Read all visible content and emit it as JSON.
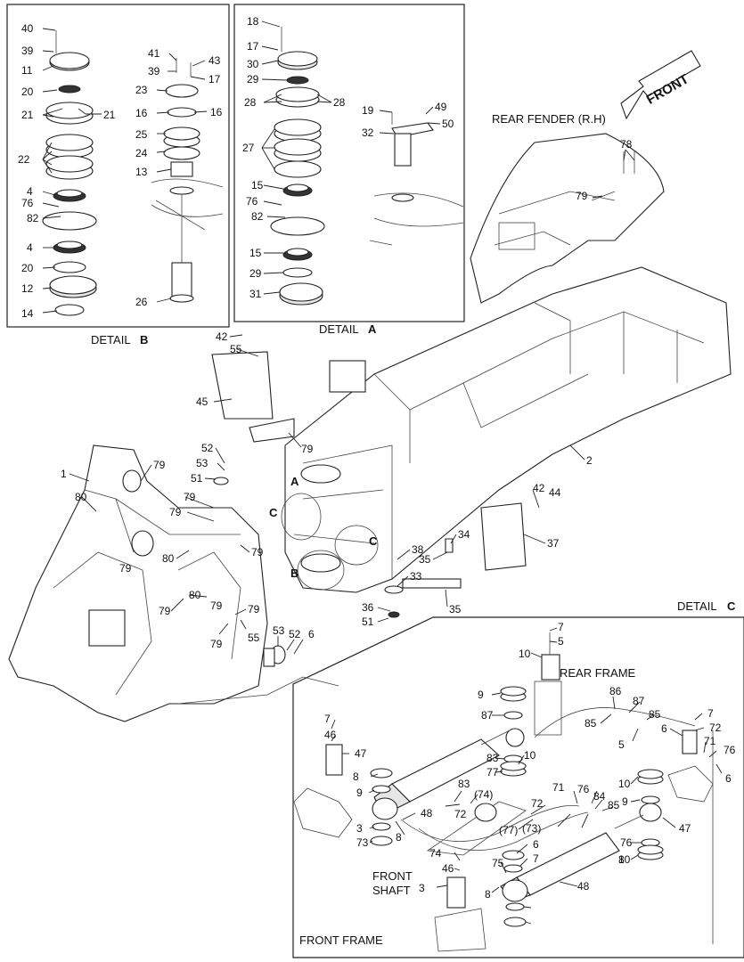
{
  "captions": {
    "detail_a": "DETAIL",
    "detail_a_letter": "A",
    "detail_b": "DETAIL",
    "detail_b_letter": "B",
    "detail_c": "DETAIL",
    "detail_c_letter": "C",
    "front_arrow": "FRONT",
    "rear_fender": "REAR FENDER (R.H)",
    "rear_frame": "REAR FRAME",
    "front_shaft_1": "FRONT",
    "front_shaft_2": "SHAFT",
    "front_frame": "FRONT FRAME"
  },
  "section_markers": [
    "A",
    "B",
    "C",
    "C"
  ],
  "labels": [
    "40",
    "39",
    "11",
    "20",
    "21",
    "21",
    "22",
    "4",
    "76",
    "82",
    "4",
    "20",
    "12",
    "14",
    "41",
    "43",
    "39",
    "17",
    "23",
    "16",
    "16",
    "25",
    "24",
    "13",
    "26",
    "18",
    "17",
    "30",
    "29",
    "28",
    "28",
    "27",
    "15",
    "76",
    "82",
    "15",
    "29",
    "31",
    "19",
    "49",
    "50",
    "32",
    "78",
    "79",
    "42",
    "55",
    "45",
    "79",
    "2",
    "1",
    "79",
    "80",
    "52",
    "53",
    "51",
    "79",
    "79",
    "79",
    "80",
    "79",
    "80",
    "79",
    "79",
    "79",
    "79",
    "55",
    "42",
    "44",
    "37",
    "34",
    "38",
    "35",
    "33",
    "35",
    "36",
    "51",
    "53",
    "52",
    "6",
    "7",
    "5",
    "10",
    "9",
    "87",
    "86",
    "87",
    "85",
    "85",
    "5",
    "6",
    "7",
    "72",
    "71",
    "76",
    "6",
    "7",
    "46",
    "47",
    "8",
    "9",
    "83",
    "10",
    "77",
    "72",
    "3",
    "73",
    "8",
    "48",
    "83",
    "(74)",
    "72",
    "71",
    "76",
    "84",
    "85",
    "(77)",
    "(73)",
    "10",
    "9",
    "76",
    "10",
    "47",
    "8",
    "6",
    "7",
    "74",
    "46",
    "75",
    "3",
    "8",
    "48"
  ]
}
